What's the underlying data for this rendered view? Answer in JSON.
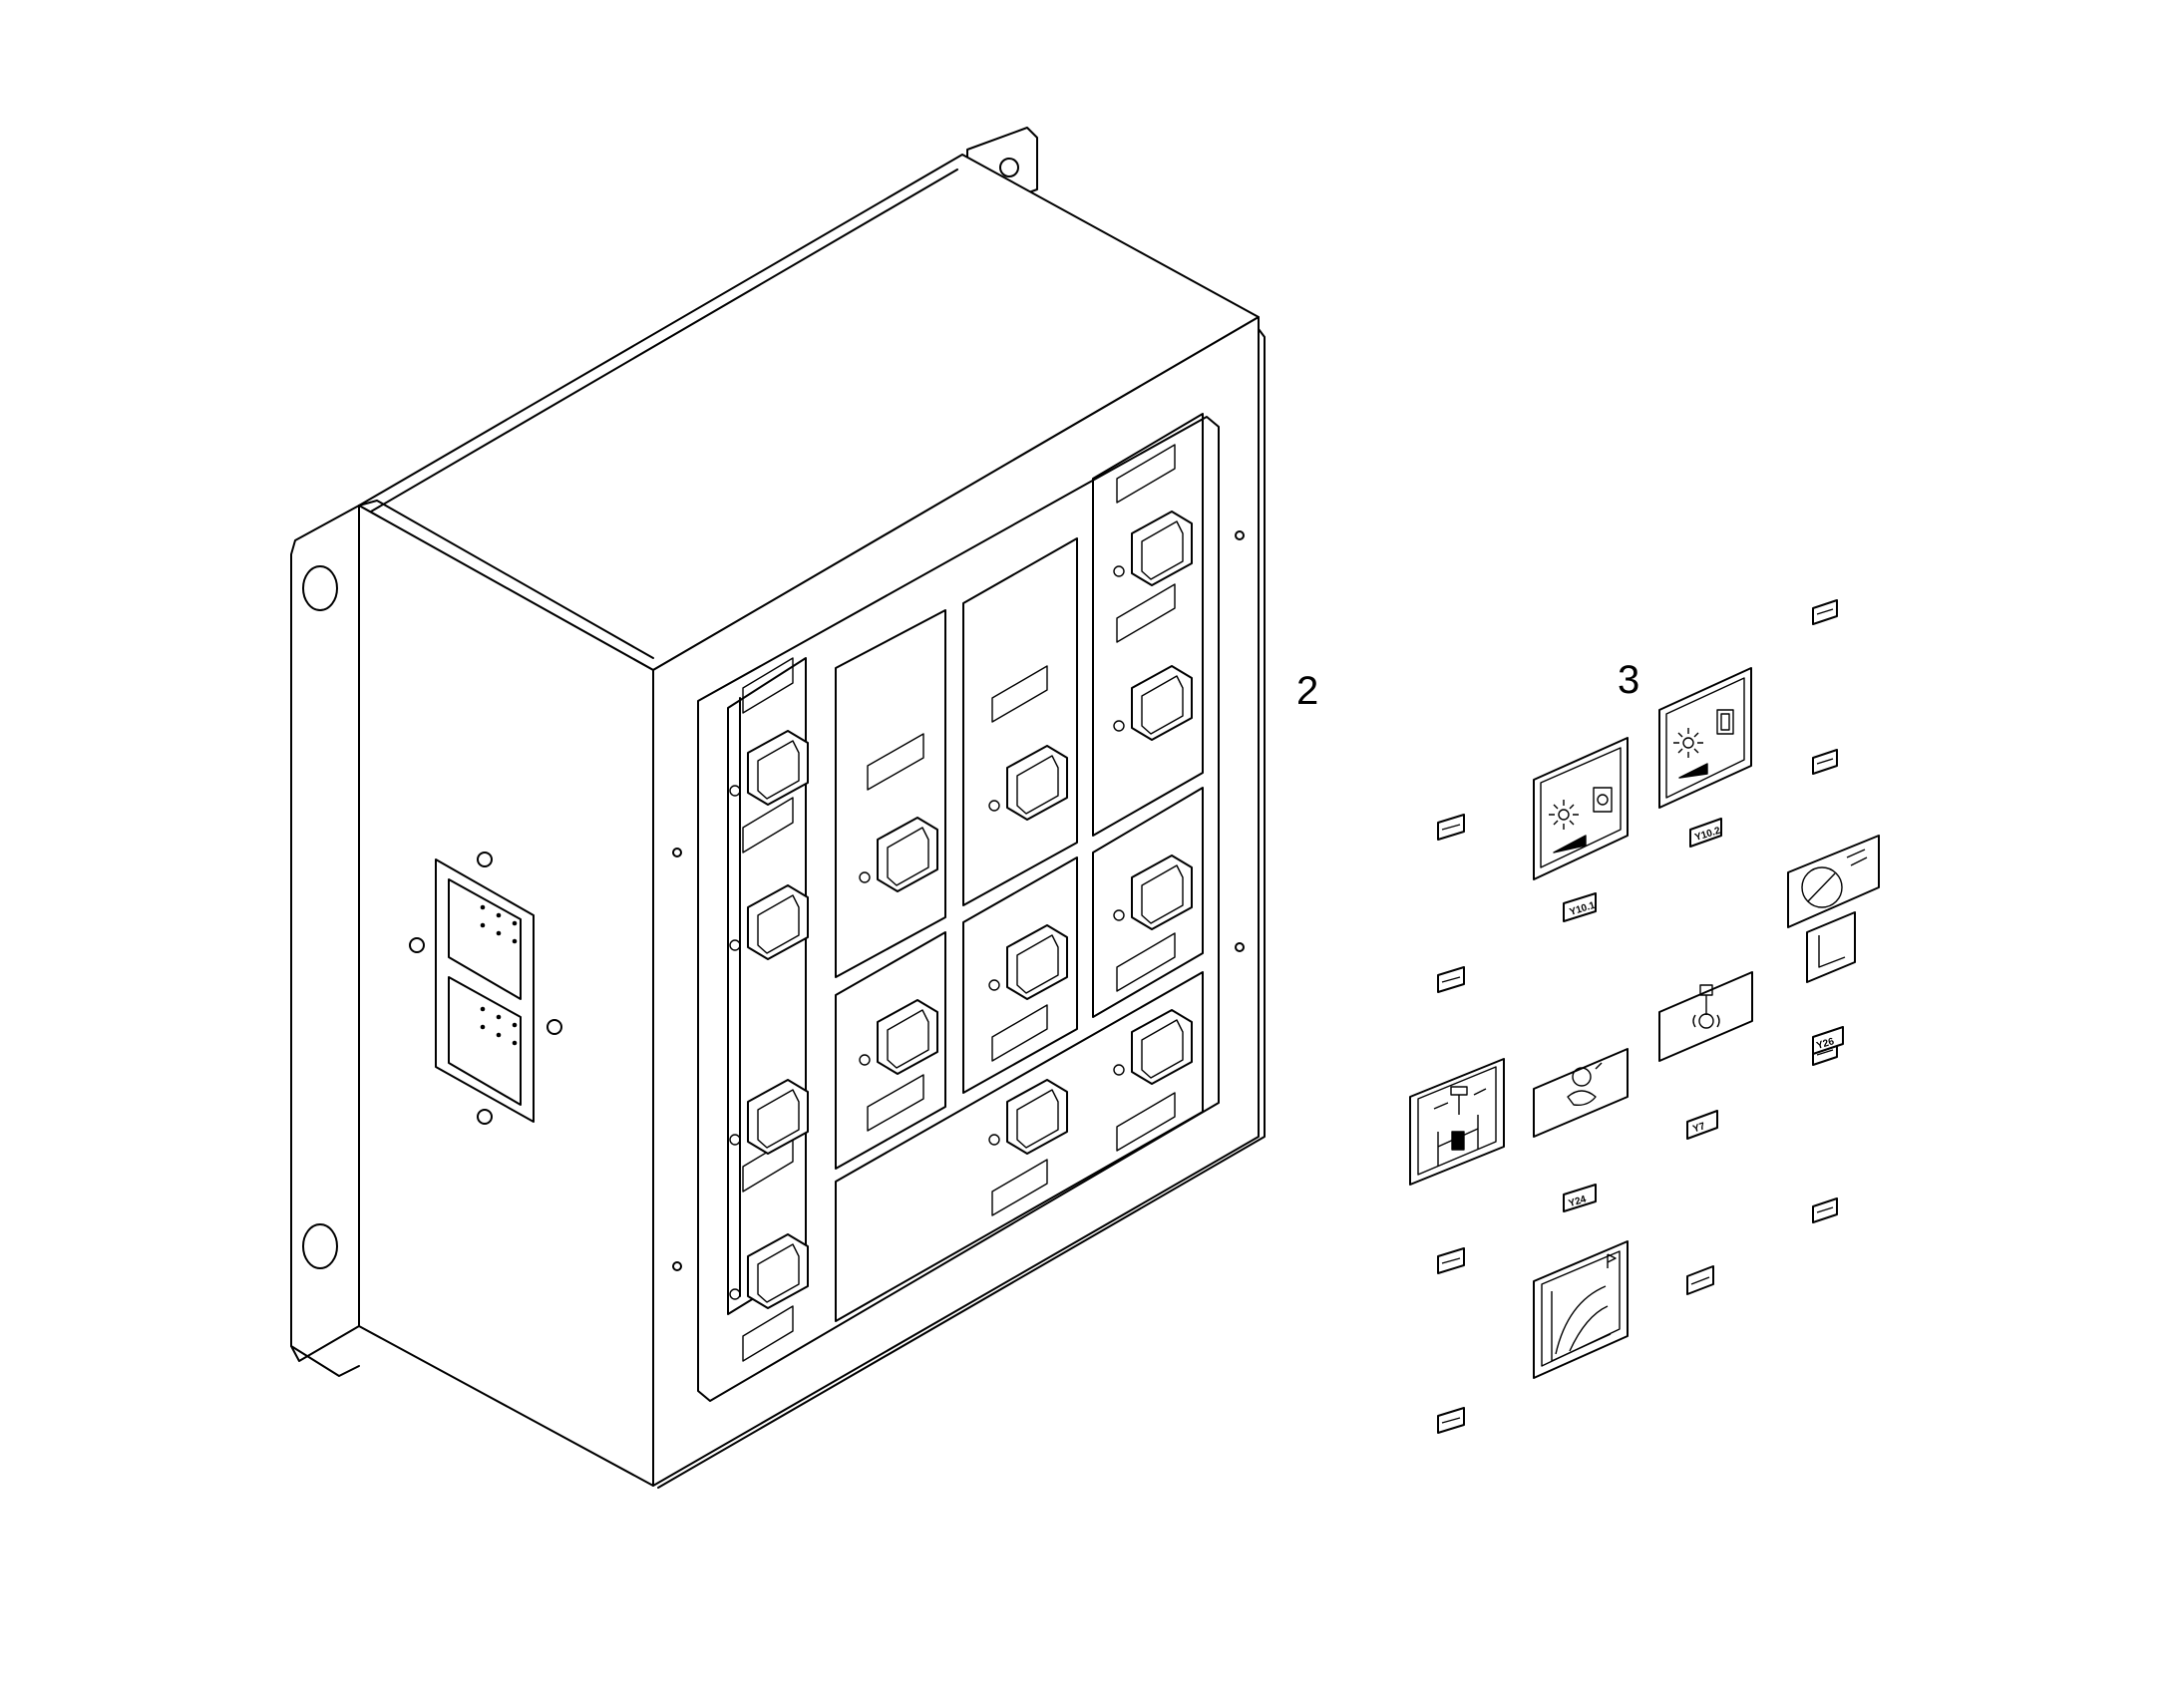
{
  "diagram": {
    "callouts": [
      {
        "id": "callout-2",
        "label": "2"
      },
      {
        "id": "callout-3",
        "label": "3"
      }
    ],
    "decals": [
      {
        "id": "decal-y10-1",
        "caption": "Y10.1",
        "icon": "sun-burst-icon"
      },
      {
        "id": "decal-y10-2",
        "caption": "Y10.2",
        "icon": "sun-burst-icon"
      },
      {
        "id": "decal-y7",
        "caption": "Y7",
        "icon": "clutch-pedal-icon"
      },
      {
        "id": "decal-y24",
        "caption": "Y24",
        "icon": "hand-grip-icon"
      },
      {
        "id": "decal-y26",
        "caption": "Y26",
        "icon": "gauge-dial-icon"
      }
    ]
  }
}
